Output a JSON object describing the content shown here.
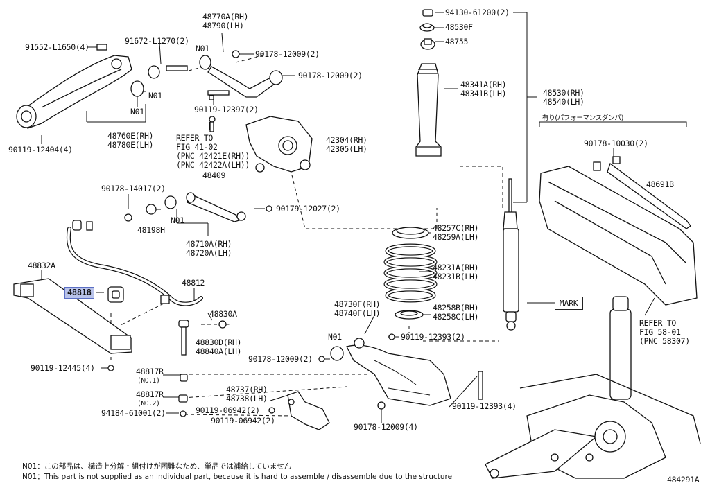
{
  "labels": {
    "p91552": "91552-L1650(4)",
    "p91672": "91672-L1270(2)",
    "p48770": [
      "48770A(RH)",
      "48790(LH)"
    ],
    "n01_top": "N01",
    "p90178_12009a": "90178-12009(2)",
    "p90178_12009b": "90178-12009(2)",
    "n01_arm_a": "N01",
    "n01_arm_b": "N01",
    "p90119_12397": "90119-12397(2)",
    "p48760": [
      "48760E(RH)",
      "48780E(LH)"
    ],
    "p90119_12404": "90119-12404(4)",
    "refer41": [
      "REFER TO",
      "FIG 41-02",
      "(PNC 42421E(RH))",
      "(PNC 42422A(LH))"
    ],
    "p42304": [
      "42304(RH)",
      "42305(LH)"
    ],
    "p48409": "48409",
    "p90178_14017": "90178-14017(2)",
    "p48198H": "48198H",
    "n01_link": "N01",
    "p90179_12027": "90179-12027(2)",
    "p48710": [
      "48710A(RH)",
      "48720A(LH)"
    ],
    "p48832A": "48832A",
    "p48818": "48818",
    "p48812": "48812",
    "p48830A": "48830A",
    "p48830D": [
      "48830D(RH)",
      "48840A(LH)"
    ],
    "p90119_12445": "90119-12445(4)",
    "p48817R_1": "48817R",
    "no1": "(NO.1)",
    "p48817R_2": "48817R",
    "no2": "(NO.2)",
    "p94184": "94184-61001(2)",
    "p48737": [
      "48737(RH)",
      "48738(LH)"
    ],
    "p90119_06942a": "90119-06942(2)",
    "p90119_06942b": "90119-06942(2)",
    "p48730F": [
      "48730F(RH)",
      "48740F(LH)"
    ],
    "n01_lower": "N01",
    "p90178_12009c": "90178-12009(2)",
    "p90119_12393a": "90119-12393(2)",
    "p90178_12009d": "90178-12009(4)",
    "p90119_12393b": "90119-12393(4)",
    "p94130": "94130-61200(2)",
    "p48530F": "48530F",
    "p48755": "48755",
    "p48341": [
      "48341A(RH)",
      "48341B(LH)"
    ],
    "p48530": [
      "48530(RH)",
      "48540(LH)"
    ],
    "performance": "有り(パフォーマンスダンパ)",
    "p90178_10030": "90178-10030(2)",
    "p48691B": "48691B",
    "p48257C": [
      "48257C(RH)",
      "48259A(LH)"
    ],
    "p48231A": [
      "48231A(RH)",
      "48231B(LH)"
    ],
    "p48258B": [
      "48258B(RH)",
      "48258C(LH)"
    ],
    "mark": "MARK",
    "refer58": [
      "REFER TO",
      "FIG 58-01",
      "(PNC 58307)"
    ],
    "diagram_id": "484291A"
  },
  "notes": {
    "jp": "N01：この部品は、構造上分解・組付けが困難なため、単品では補給していません",
    "en": "N01：This part is not supplied as an individual part, because it is hard to assemble / disassemble due to the structure"
  }
}
